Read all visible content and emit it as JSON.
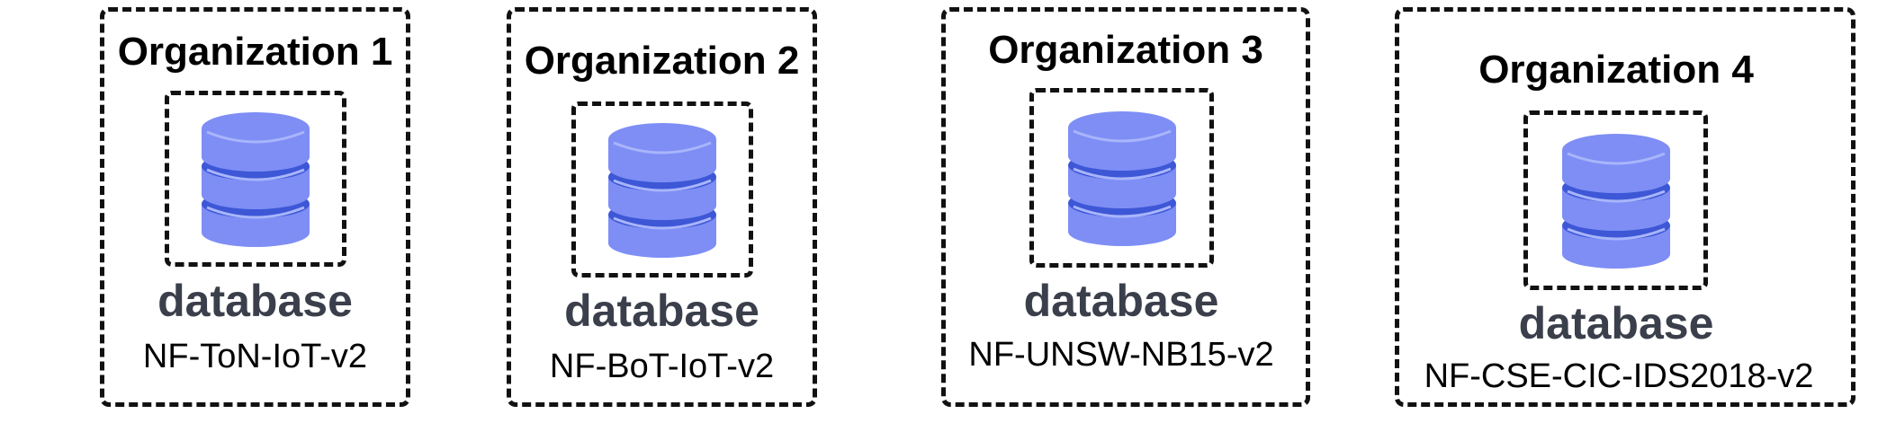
{
  "colors": {
    "db_light": "#7e8ef5",
    "db_dark": "#3d57d6",
    "db_highlight": "#a9b5fb",
    "db_label": "#3a3f4b",
    "border": "#111111"
  },
  "organizations": [
    {
      "title": "Organization 1",
      "icon": "database-icon",
      "db_label": "database",
      "dataset": "NF-ToN-IoT-v2"
    },
    {
      "title": "Organization 2",
      "icon": "database-icon",
      "db_label": "database",
      "dataset": "NF-BoT-IoT-v2"
    },
    {
      "title": "Organization 3",
      "icon": "database-icon",
      "db_label": "database",
      "dataset": "NF-UNSW-NB15-v2"
    },
    {
      "title": "Organization 4",
      "icon": "database-icon",
      "db_label": "database",
      "dataset": "NF-CSE-CIC-IDS2018-v2"
    }
  ]
}
